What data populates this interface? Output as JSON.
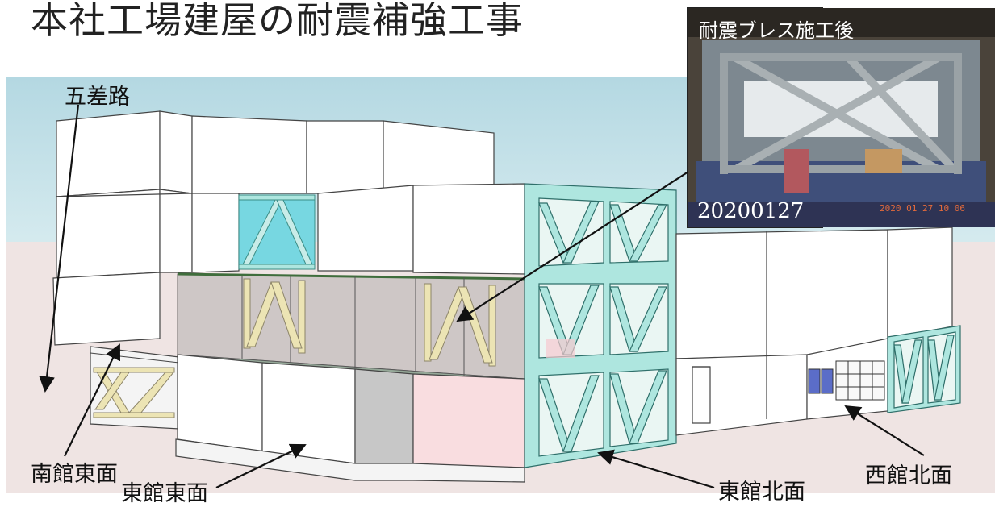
{
  "title": "本社工場建屋の耐震補強工事",
  "photo": {
    "title": "耐震ブレス施工後",
    "date_label": "20200127",
    "camera_timestamp": "2020 01 27 10 06"
  },
  "labels": {
    "intersection": "五差路",
    "south_wing_east": "南館東面",
    "east_wing_east": "東館東面",
    "east_wing_north": "東館北面",
    "west_wing_north": "西館北面"
  },
  "colors": {
    "sky": "#c4e2ea",
    "ground": "#efe4e3",
    "brace_cyan": "#aee6df",
    "brace_tan": "#ece4b4",
    "glass_panel": "#c9c2c1",
    "pink_panel": "#f9dde0"
  }
}
